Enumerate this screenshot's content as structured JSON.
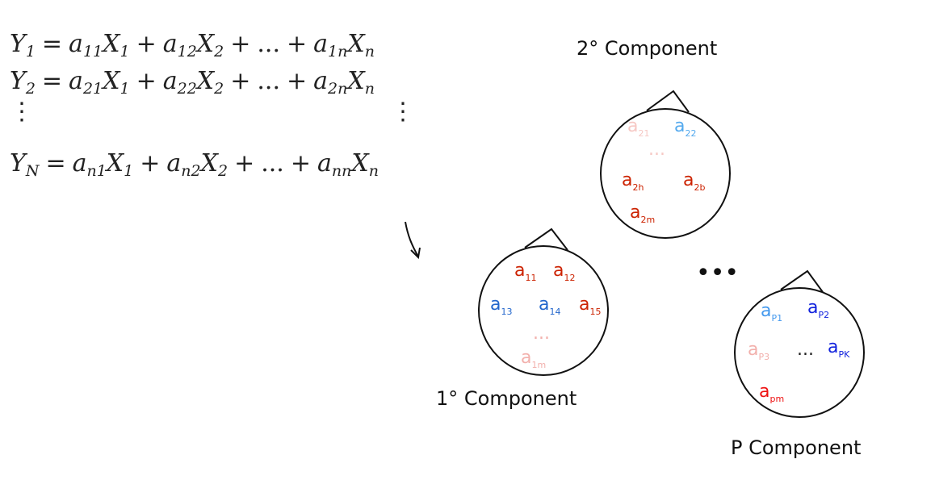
{
  "equations": [
    {
      "lhs_base": "Y",
      "lhs_sub": "1",
      "terms": [
        {
          "a": "a",
          "a_sub": "11",
          "x": "X",
          "x_sub": "1"
        },
        {
          "a": "a",
          "a_sub": "12",
          "x": "X",
          "x_sub": "2"
        },
        {
          "a": "a",
          "a_sub": "1n",
          "x": "X",
          "x_sub": "n"
        }
      ]
    },
    {
      "lhs_base": "Y",
      "lhs_sub": "2",
      "terms": [
        {
          "a": "a",
          "a_sub": "21",
          "x": "X",
          "x_sub": "1"
        },
        {
          "a": "a",
          "a_sub": "22",
          "x": "X",
          "x_sub": "2"
        },
        {
          "a": "a",
          "a_sub": "2n",
          "x": "X",
          "x_sub": "n"
        }
      ]
    },
    {
      "lhs_base": "Y",
      "lhs_sub": "N",
      "terms": [
        {
          "a": "a",
          "a_sub": "n1",
          "x": "X",
          "x_sub": "1"
        },
        {
          "a": "a",
          "a_sub": "n2",
          "x": "X",
          "x_sub": "2"
        },
        {
          "a": "a",
          "a_sub": "nn",
          "x": "X",
          "x_sub": "n"
        }
      ]
    }
  ],
  "symbols": {
    "equals": "=",
    "plus": "+",
    "ellipsis": "...",
    "vdots": "⋮"
  },
  "components": {
    "first": {
      "label": "1° Component",
      "items": [
        {
          "base": "a",
          "sub": "11",
          "color": "#cc2200"
        },
        {
          "base": "a",
          "sub": "12",
          "color": "#cc2200"
        },
        {
          "base": "a",
          "sub": "13",
          "color": "#2266cc"
        },
        {
          "base": "a",
          "sub": "14",
          "color": "#2266cc"
        },
        {
          "base": "a",
          "sub": "15",
          "color": "#cc2200"
        },
        {
          "base": "a",
          "sub": "1m",
          "color": "#f2b0ac"
        }
      ],
      "dots": "...",
      "dots_color": "#f2b0ac"
    },
    "second": {
      "label": "2° Component",
      "items": [
        {
          "base": "a",
          "sub": "21",
          "color": "#f6c8c4"
        },
        {
          "base": "a",
          "sub": "22",
          "color": "#55aaee"
        },
        {
          "base": "a",
          "sub": "2h",
          "color": "#cc2200"
        },
        {
          "base": "a",
          "sub": "2b",
          "color": "#cc2200"
        },
        {
          "base": "a",
          "sub": "2m",
          "color": "#cc2200"
        }
      ],
      "dots": "...",
      "dots_color": "#f6c8c4"
    },
    "pth": {
      "label": "P Component",
      "items": [
        {
          "base": "a",
          "sub": "P1",
          "color": "#4499ee"
        },
        {
          "base": "a",
          "sub": "P2",
          "color": "#1122dd"
        },
        {
          "base": "a",
          "sub": "P3",
          "color": "#f2b0ac"
        },
        {
          "base": "a",
          "sub": "PK",
          "color": "#1122dd"
        },
        {
          "base": "a",
          "sub": "pm",
          "color": "#ee1111"
        }
      ],
      "dots": "...",
      "dots_color": "#222222"
    },
    "between_dots": "•••"
  },
  "colors": {
    "ink": "#111111"
  }
}
